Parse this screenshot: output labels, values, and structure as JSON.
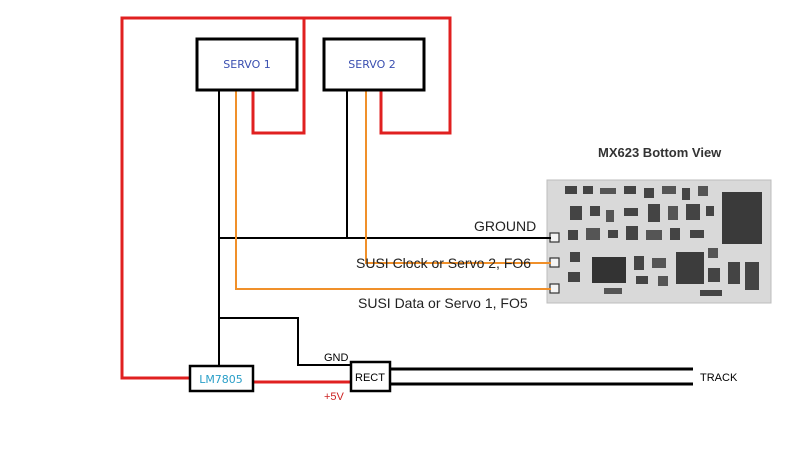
{
  "components": {
    "servo1": "SERVO 1",
    "servo2": "SERVO 2",
    "regulator": "LM7805",
    "rectifier": "RECT",
    "decoder_title": "MX623  Bottom View"
  },
  "labels": {
    "ground": "GROUND",
    "susi_clock": "SUSI Clock or Servo 2, FO6",
    "susi_data": "SUSI Data or Servo 1, FO5",
    "gnd": "GND",
    "plus5v": "+5V",
    "track": "TRACK"
  },
  "colors": {
    "power_wire": "#e02020",
    "signal_wire": "#f0902a",
    "ground_wire": "#000000",
    "decoder_board": "#d8d8d8"
  }
}
